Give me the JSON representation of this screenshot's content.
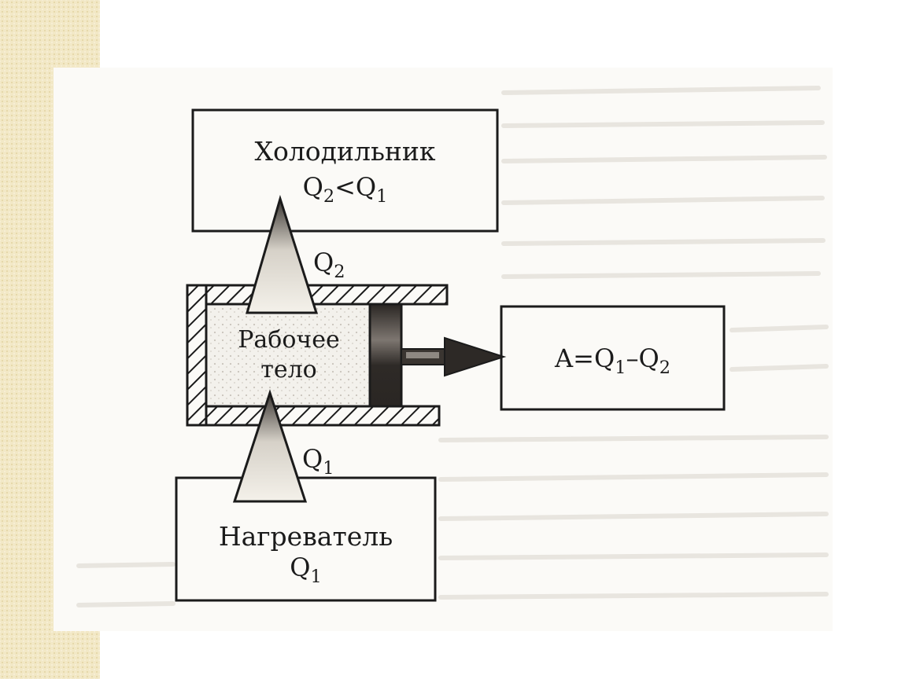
{
  "diagram": {
    "cooler": {
      "title": "Холодильник",
      "relation": {
        "left": "Q",
        "left_sub": "2",
        "op": "<",
        "right": "Q",
        "right_sub": "1"
      }
    },
    "working_body": {
      "line1": "Рабочее",
      "line2": "тело"
    },
    "heater": {
      "title": "Нагреватель",
      "value": {
        "symbol": "Q",
        "sub": "1"
      }
    },
    "work": {
      "lhs": "A",
      "eq": "=",
      "a": "Q",
      "a_sub": "1",
      "minus": "–",
      "b": "Q",
      "b_sub": "2"
    },
    "arrow_labels": {
      "q2": {
        "symbol": "Q",
        "sub": "2"
      },
      "q1": {
        "symbol": "Q",
        "sub": "1"
      }
    },
    "colors": {
      "ink": "#1b1b1b",
      "paper": "#fbfaf7",
      "side_strip": "#f2e8c6"
    }
  }
}
